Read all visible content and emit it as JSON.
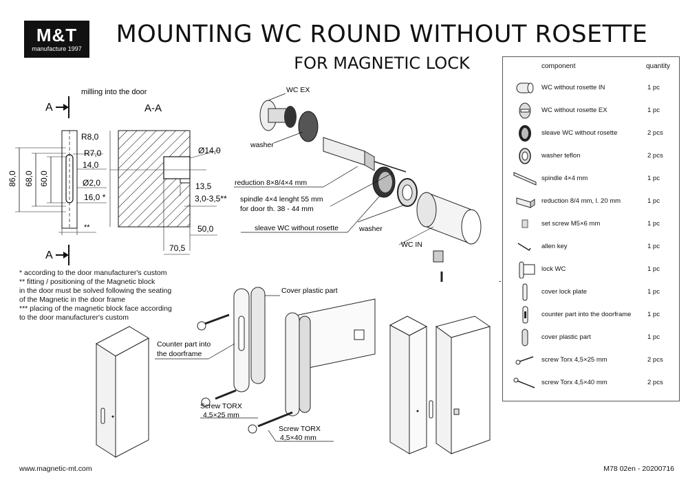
{
  "logo": {
    "brand": "M&T",
    "sub": "manufacture 1997"
  },
  "title": {
    "line1": "MOUNTING WC ROUND WITHOUT ROSETTE",
    "line2": "FOR MAGNETIC LOCK"
  },
  "section": {
    "milling": "milling into the door",
    "cut_label": "A",
    "aa": "A-A",
    "dims": {
      "r8": "R8,0",
      "r7": "R7,0",
      "d14v": "14,0",
      "d2": "Ø2,0",
      "d16": "16,0 *",
      "h86": "86,0",
      "h68": "68,0",
      "h60": "60,0",
      "star2": "**",
      "phi14": "Ø14,0",
      "d13": "13,5",
      "d3": "3,0-3,5***",
      "d50": "50,0",
      "d70": "70,5"
    }
  },
  "notes": [
    "*   according to the door manufacturer's custom",
    "** fitting / positioning of the Magnetic block",
    "in the door must be solved following the seating",
    "of the Magnetic in the door frame",
    "*** placing of the magnetic block face according",
    "to the door manufacturer's custom"
  ],
  "callouts": {
    "wc_ex": "WC EX",
    "washer1": "washer",
    "reduction": "reduction 8×8/4×4 mm",
    "spindle1": "spindle 4×4 lenght 55 mm",
    "spindle2": "for door th. 38 - 44 mm",
    "sleave": "sleave WC without rosette",
    "washer2": "washer",
    "wc_in": "WC IN",
    "cover_plastic": "Cover plastic part",
    "counter1": "Counter part into",
    "counter2": "the doorframe",
    "screw1a": "Screw TORX",
    "screw1b": "4,5×25 mm",
    "screw2a": "Screw TORX",
    "screw2b": "4,5×40 mm"
  },
  "parts_table": {
    "col_component": "component",
    "col_quantity": "quantity",
    "rows": [
      {
        "name": "WC without rosette IN",
        "qty": "1 pc",
        "icon": "wc-in-icon"
      },
      {
        "name": "WC without rosette EX",
        "qty": "1 pc",
        "icon": "wc-ex-icon"
      },
      {
        "name": "sleave WC without rosette",
        "qty": "2 pcs",
        "icon": "sleave-icon"
      },
      {
        "name": "washer teflon",
        "qty": "2 pcs",
        "icon": "washer-icon"
      },
      {
        "name": "spindle 4×4 mm",
        "qty": "1 pc",
        "icon": "spindle-icon"
      },
      {
        "name": "reduction 8/4 mm, l. 20 mm",
        "qty": "1 pc",
        "icon": "reduction-icon"
      },
      {
        "name": "set screw M5×6 mm",
        "qty": "1 pc",
        "icon": "set-screw-icon"
      },
      {
        "name": "allen key",
        "qty": "1 pc",
        "icon": "allen-key-icon"
      },
      {
        "name": "lock WC",
        "qty": "1 pc",
        "icon": "lock-icon"
      },
      {
        "name": "cover lock plate",
        "qty": "1 pc",
        "icon": "cover-plate-icon"
      },
      {
        "name": "counter part into the doorframe",
        "qty": "1 pc",
        "icon": "counter-part-icon"
      },
      {
        "name": "cover plastic part",
        "qty": "1 pc",
        "icon": "cover-plastic-icon"
      },
      {
        "name": "screw Torx 4,5×25 mm",
        "qty": "2 pcs",
        "icon": "screw-icon"
      },
      {
        "name": "screw Torx 4,5×40 mm",
        "qty": "2 pcs",
        "icon": "screw-long-icon"
      }
    ]
  },
  "footer": {
    "url": "www.magnetic-mt.com",
    "code": "M78 02en - 20200716"
  }
}
